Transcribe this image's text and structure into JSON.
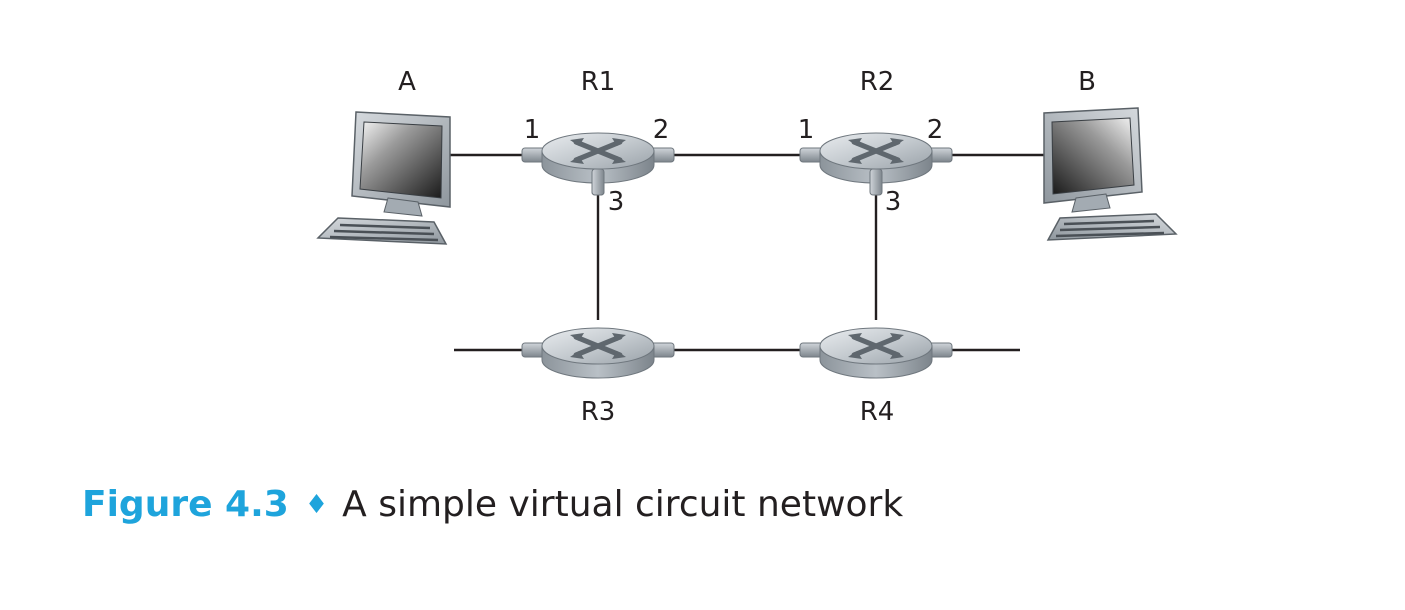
{
  "hosts": [
    {
      "id": "host-a",
      "label": "A"
    },
    {
      "id": "host-b",
      "label": "B"
    }
  ],
  "routers": [
    {
      "id": "r1",
      "label": "R1",
      "ports": [
        "1",
        "2",
        "3"
      ]
    },
    {
      "id": "r2",
      "label": "R2",
      "ports": [
        "1",
        "2",
        "3"
      ]
    },
    {
      "id": "r3",
      "label": "R3"
    },
    {
      "id": "r4",
      "label": "R4"
    }
  ],
  "caption": {
    "number": "Figure 4.3",
    "separator": "♦",
    "text": "A simple virtual circuit network"
  },
  "colors": {
    "caption_accent": "#1ea4dc",
    "text": "#231f20",
    "link": "#231f20",
    "router_body": "#a9b0b6"
  }
}
